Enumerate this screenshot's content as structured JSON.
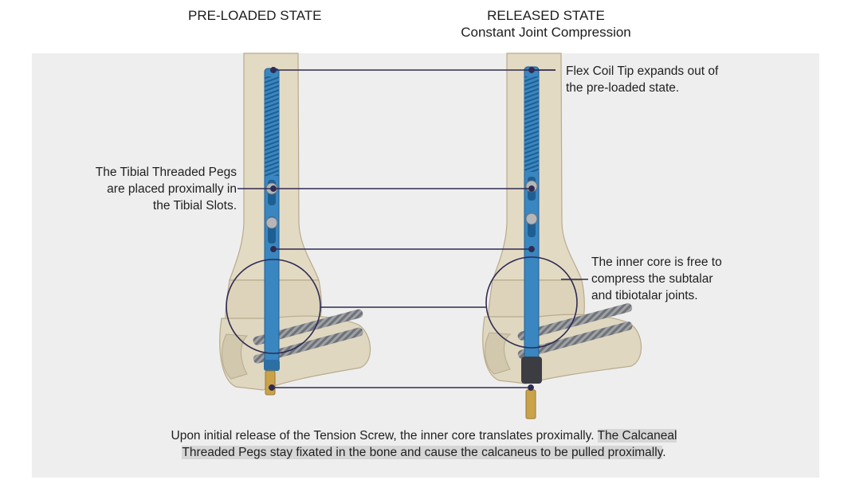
{
  "headers": {
    "left": "PRE-LOADED STATE",
    "right_line1": "RELEASED STATE",
    "right_line2": "Constant Joint Compression"
  },
  "annotations": {
    "flex_coil": [
      "Flex Coil Tip expands out of",
      "the pre-loaded state."
    ],
    "tibial_pegs": [
      "The Tibial Threaded Pegs",
      "are placed proximally in",
      "the Tibial Slots."
    ],
    "inner_core": [
      "The inner core is free to",
      "compress the subtalar",
      "and tibiotalar joints."
    ]
  },
  "caption": {
    "plain": "Upon initial release of the Tension Screw, the inner core translates proximally. ",
    "highlight_a": "The Calcaneal",
    "highlight_b": "Threaded Pegs stay fixated in the bone and cause the calcaneus to be pulled proximally",
    "end": "."
  },
  "colors": {
    "panel": "#efeeee",
    "bone": "#e3dac4",
    "bone_edge": "#b7ab8d",
    "nail": "#3a86c0",
    "nail_dark": "#1e5f93",
    "connector": "#2f2b52",
    "screw": "#8d8f93",
    "brass": "#c9a24a"
  }
}
